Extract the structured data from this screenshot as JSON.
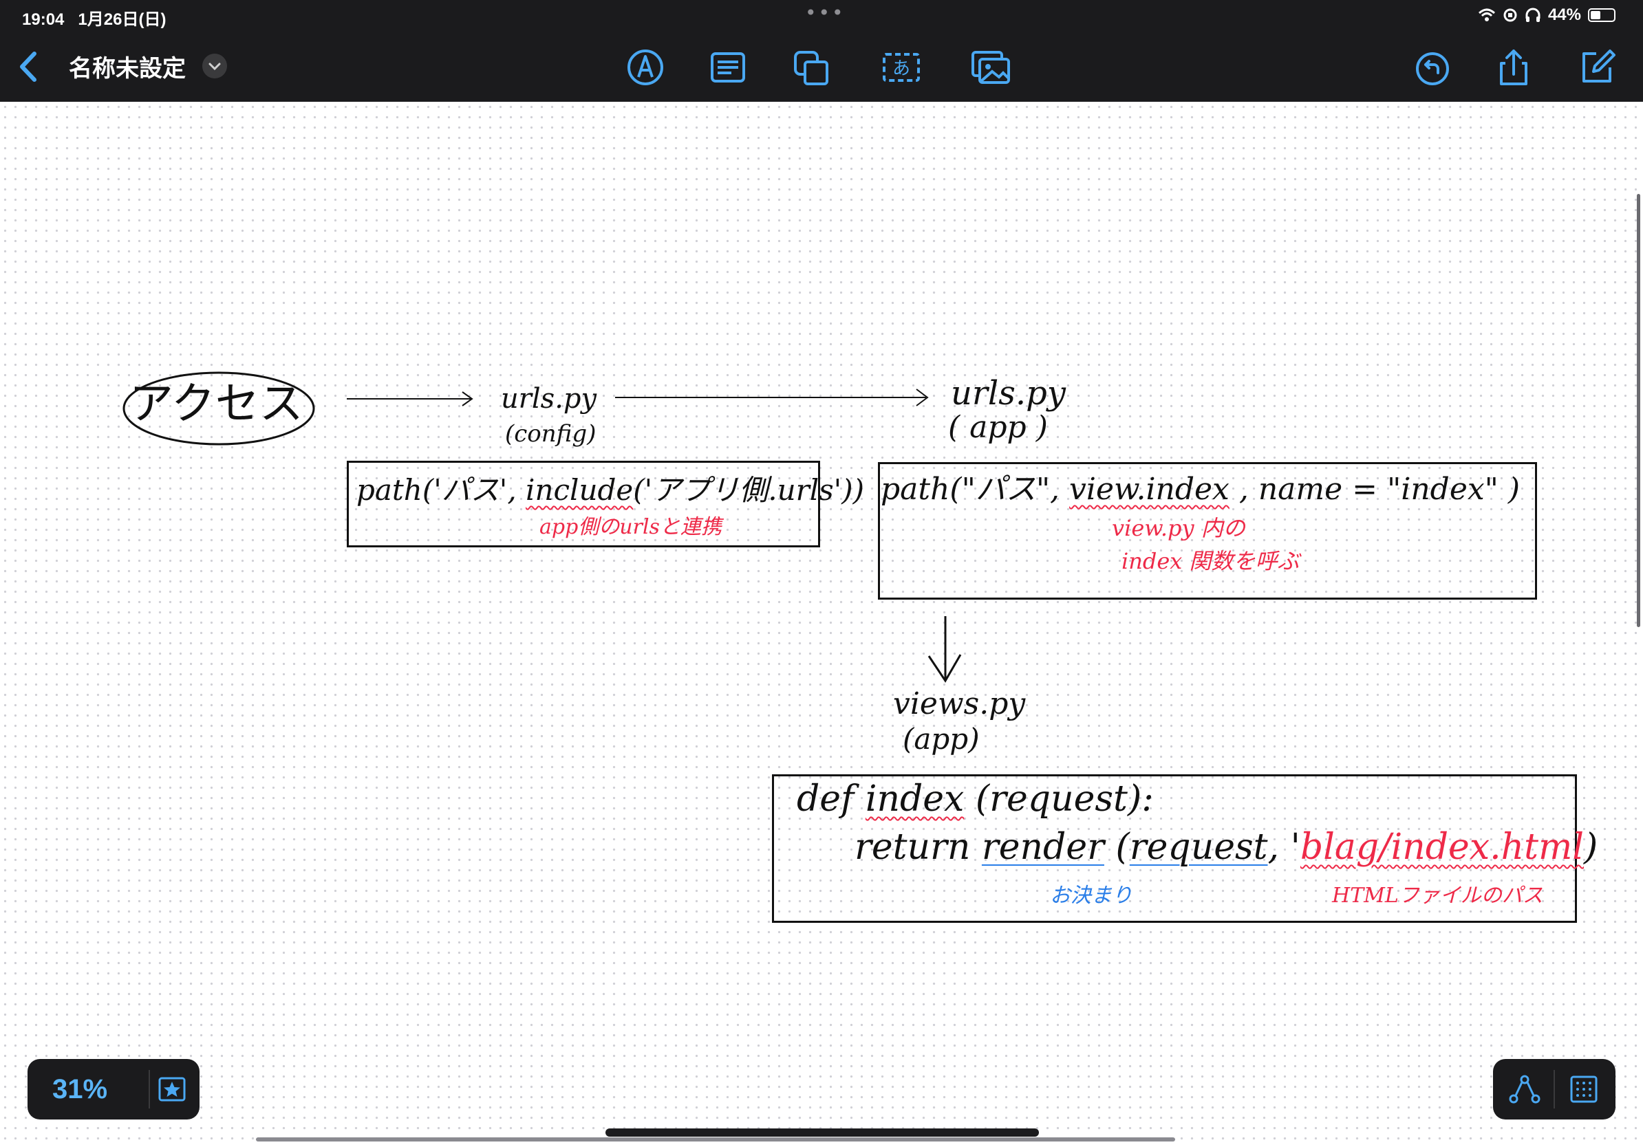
{
  "status": {
    "time": "19:04",
    "date": "1月26日(日)",
    "battery": "44%",
    "battery_level": 0.44
  },
  "toolbar": {
    "title": "名称未設定",
    "icons": [
      "back-chevron-icon",
      "chevron-down-icon",
      "pen-tool-icon",
      "note-icon",
      "shapes-icon",
      "text-box-icon",
      "image-icon",
      "undo-icon",
      "share-icon",
      "new-document-icon"
    ]
  },
  "board": {
    "access": "アクセス",
    "urls_config": "urls.py",
    "urls_config_sub": "(config)",
    "config_code_a": "path('パス', ",
    "config_code_b": "include",
    "config_code_c": "('アプリ側.urls'))",
    "config_note": "app側のurlsと連携",
    "urls_app": "urls.py",
    "urls_app_sub": "( app )",
    "app_code_a": "path(\"パス\", ",
    "app_code_b": "view.index",
    "app_code_c": " , name = \"index\" )",
    "app_note_1": "view.py 内の",
    "app_note_2": "index 関数を呼ぶ",
    "views": "views.py",
    "views_sub": "(app)",
    "def_a": "def ",
    "def_b": "index",
    "def_c": " (request):",
    "ret_a": "return ",
    "ret_b": "render",
    "ret_c": " (",
    "ret_d": "request",
    "ret_e": ", '",
    "ret_f": "blag/index.html",
    "ret_g": ")",
    "note_blue": "お決まり",
    "note_red": "HTMLファイルのパス"
  },
  "zoom": "31%",
  "colors": {
    "accent": "#5ab4f6",
    "ink": "#111111",
    "red_ink": "#ee2a48",
    "blue_ink": "#2a7ee8",
    "toolbar_bg": "#1b1b1d"
  }
}
